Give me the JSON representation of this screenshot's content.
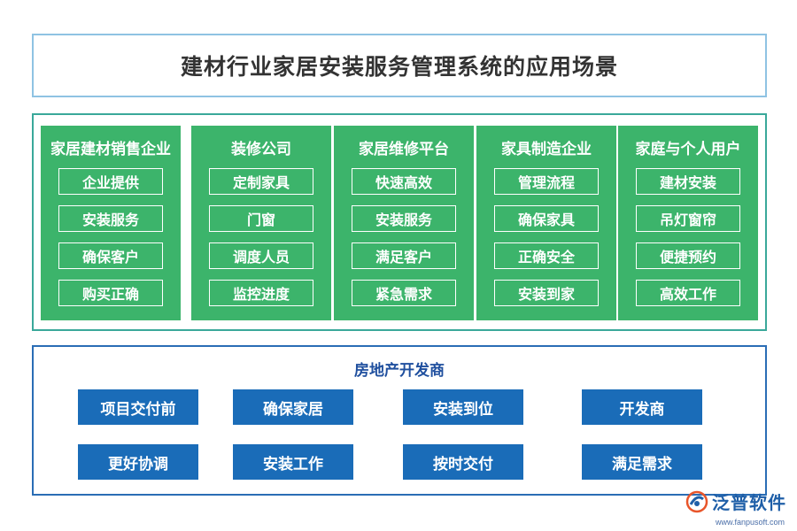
{
  "title": "建材行业家居安装服务管理系统的应用场景",
  "green_columns": [
    {
      "title": "家居建材销售企业",
      "items": [
        "企业提供",
        "安装服务",
        "确保客户",
        "购买正确"
      ]
    },
    {
      "title": "装修公司",
      "items": [
        "定制家具",
        "门窗",
        "调度人员",
        "监控进度"
      ]
    },
    {
      "title": "家居维修平台",
      "items": [
        "快速高效",
        "安装服务",
        "满足客户",
        "紧急需求"
      ]
    },
    {
      "title": "家具制造企业",
      "items": [
        "管理流程",
        "确保家具",
        "正确安全",
        "安装到家"
      ]
    },
    {
      "title": "家庭与个人用户",
      "items": [
        "建材安装",
        "吊灯窗帘",
        "便捷预约",
        "高效工作"
      ]
    }
  ],
  "blue_section": {
    "title": "房地产开发商",
    "items": [
      "项目交付前",
      "确保家居",
      "安装到位",
      "开发商",
      "更好协调",
      "安装工作",
      "按时交付",
      "满足需求"
    ]
  },
  "logo": {
    "name": "泛普软件",
    "url": "www.fanpusoft.com",
    "icon": "fanpu-logo-icon"
  },
  "colors": {
    "green": "#3cb46b",
    "blue": "#1a6cb8",
    "title_border": "#8fc3e3",
    "green_border": "#3aa89a"
  }
}
